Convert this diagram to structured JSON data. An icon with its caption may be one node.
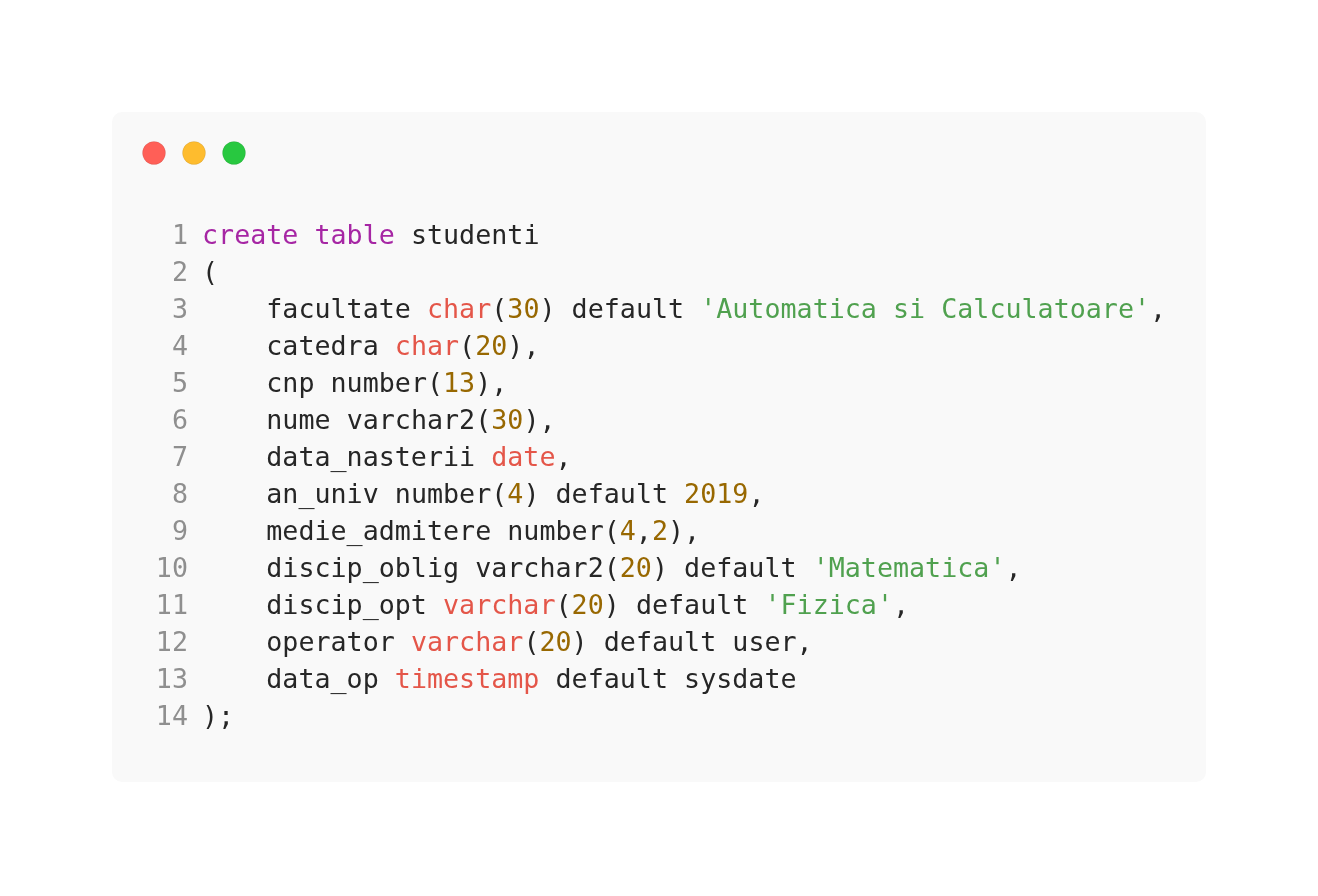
{
  "diagram": {
    "labels": [
      "1",
      "create table studenti",
      "2",
      "(",
      "3",
      "facultate char(30) default 'Automatica si Calculatoare',",
      "4",
      "catedra char(20),",
      "5",
      "cnp number(13),",
      "6",
      "nume varchar2(30),",
      "7",
      "data_nasterii date,",
      "8",
      "an_univ number(4) default 2019,",
      "9",
      "medie_admitere number(4,2),",
      "10",
      "discip_oblig varchar2(20) default 'Matematica',",
      "11",
      "discip_opt varchar(20) default 'Fizica',",
      "12",
      "operator varchar(20) default user,",
      "13",
      "data_op timestamp default sysdate",
      "14",
      ");"
    ]
  }
}
